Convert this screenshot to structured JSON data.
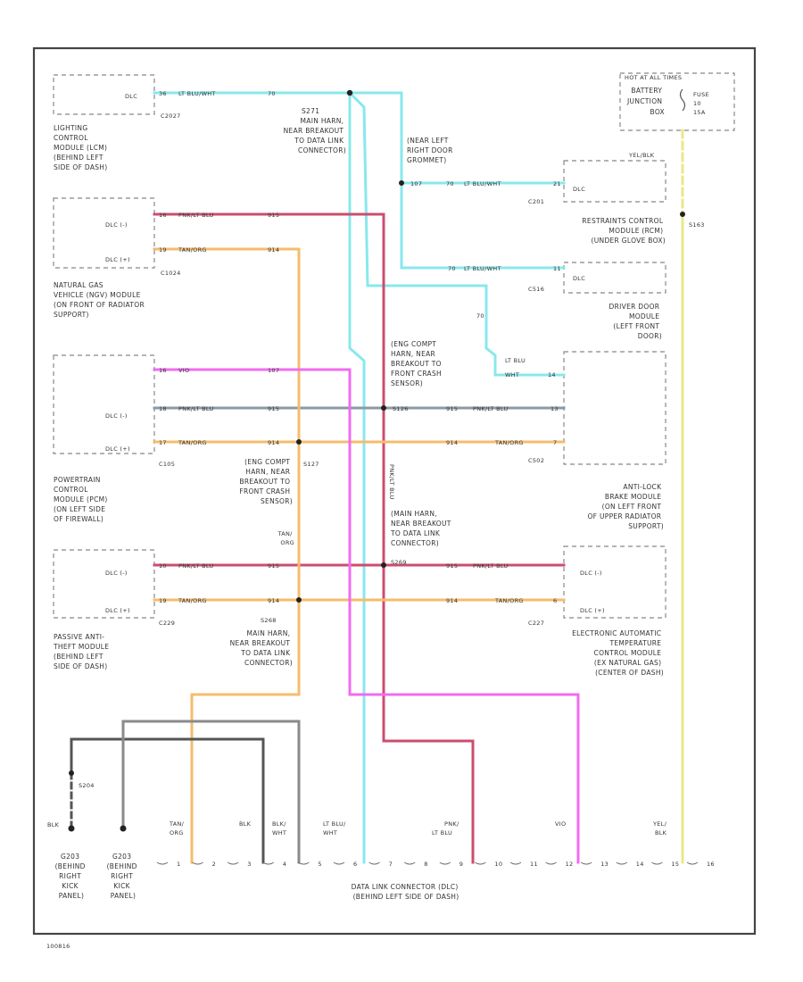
{
  "colors": {
    "lt_blu_wht": "#88e8ec",
    "pnk_lt_blu": "#cc4d6f",
    "tan_org": "#f5bc6c",
    "vio": "#f06cf0",
    "yel_blk": "#e8e88a",
    "gray": "#8a8a8a",
    "dark": "#555555",
    "frame": "#444444"
  },
  "modules": {
    "lighting": {
      "pin": "DLC",
      "conn": "C2027",
      "label": [
        "LIGHTING",
        "CONTROL",
        "MODULE (LCM)",
        "(BEHIND LEFT",
        "SIDE OF DASH)"
      ]
    },
    "ngv": {
      "pin1": "DLC (-)",
      "pin2": "DLC (+)",
      "conn": "C1024",
      "label": [
        "NATURAL GAS",
        "VEHICLE (NGV) MODULE",
        "(ON FRONT OF RADIATOR",
        "SUPPORT)"
      ]
    },
    "pcm": {
      "pin_top": "DLC (-)",
      "pin_bot": "DLC (+)",
      "conn": "C105",
      "label": [
        "POWERTRAIN",
        "CONTROL",
        "MODULE (PCM)",
        "(ON LEFT SIDE",
        "OF FIREWALL)"
      ]
    },
    "pats": {
      "pin1": "DLC (-)",
      "pin2": "DLC (+)",
      "conn": "C229",
      "label": [
        "PASSIVE ANTI-",
        "THEFT MODULE",
        "(BEHIND LEFT",
        "SIDE OF DASH)"
      ]
    },
    "battery": {
      "title": "HOT AT ALL TIMES",
      "label": [
        "BATTERY",
        "JUNCTION",
        "BOX"
      ],
      "fuse": [
        "FUSE",
        "10",
        "15A"
      ]
    },
    "rcm": {
      "wire_label": "YEL/BLK",
      "pin": "DLC",
      "conn": "C201",
      "label": [
        "RESTRAINTS CONTROL",
        "MODULE (RCM)",
        "(UNDER GLOVE BOX)"
      ]
    },
    "ddm": {
      "pin": "DLC",
      "conn": "C516",
      "label": [
        "DRIVER DOOR",
        "MODULE",
        "(LEFT FRONT",
        "DOOR)"
      ]
    },
    "abs": {
      "conn": "C502",
      "label": [
        "ANTI-LOCK",
        "BRAKE MODULE",
        "(ON LEFT FRONT",
        "OF UPPER RADIATOR",
        "SUPPORT)"
      ]
    },
    "eatc": {
      "pin1": "DLC (-)",
      "pin2": "DLC (+)",
      "conn": "C227",
      "label": [
        "ELECTRONIC AUTOMATIC",
        "TEMPERATURE",
        "CONTROL MODULE",
        "(EX NATURAL GAS)",
        "(CENTER OF DASH)"
      ]
    }
  },
  "wires": {
    "lt_blu_wht_label": "LT BLU/WHT",
    "lt_blu_label": "LT BLU",
    "wht_label": "WHT",
    "pnk_lt_blu_label": "PNK/LT BLU",
    "tan_org_label": "TAN/ORG",
    "vio_label": "VIO",
    "c70": "70",
    "c914": "914",
    "c915": "915",
    "c107": "107",
    "c1": "1",
    "c5": "5",
    "c6": "6",
    "c7": "7",
    "c10": "10",
    "c11": "11",
    "c13": "13",
    "c14": "14",
    "c16": "16",
    "c17": "17",
    "c18": "18",
    "c19": "19",
    "c21": "21",
    "c36": "36"
  },
  "splices": {
    "s271_id": "S271",
    "s271": [
      "MAIN HARN,",
      "NEAR BREAKOUT",
      "TO DATA LINK",
      "CONNECTOR)"
    ],
    "grommet": [
      "(NEAR LEFT",
      "RIGHT DOOR",
      "GROMMET)"
    ],
    "s127_id": "S127",
    "s127": [
      "(ENG COMPT",
      "HARN, NEAR",
      "BREAKOUT TO",
      "FRONT CRASH",
      "SENSOR)"
    ],
    "s126_id": "S126",
    "s126": [
      "(ENG COMPT",
      "HARN, NEAR",
      "BREAKOUT TO",
      "FRONT CRASH",
      "SENSOR)"
    ],
    "s269": [
      "(MAIN HARN,",
      "NEAR BREAKOUT",
      "TO DATA LINK",
      "CONNECTOR)"
    ],
    "s269_id": "S269",
    "s268_id": "S268",
    "s268": [
      "MAIN HARN,",
      "NEAR BREAKOUT",
      "TO DATA LINK",
      "CONNECTOR)"
    ],
    "s163": "S163",
    "s204": "S204",
    "tan_org_splice": [
      "TAN/",
      "ORG"
    ]
  },
  "grounds": {
    "g203": [
      "G203",
      "(BEHIND",
      "RIGHT",
      "KICK",
      "PANEL)"
    ],
    "g203b": [
      "G203",
      "(BEHIND",
      "RIGHT",
      "KICK",
      "PANEL)"
    ],
    "blk": "BLK"
  },
  "dlc": {
    "pins": [
      "1",
      "2",
      "3",
      "4",
      "5",
      "6",
      "7",
      "8",
      "9",
      "10",
      "11",
      "12",
      "13",
      "14",
      "15",
      "16"
    ],
    "labels": {
      "tan_org": [
        "TAN/",
        "ORG"
      ],
      "blk": "BLK",
      "blk_wht": [
        "BLK/",
        "WHT"
      ],
      "lt_blu_wht": [
        "LT BLU/",
        "WHT"
      ],
      "pnk_lt_blu": [
        "PNK/",
        "LT BLU"
      ],
      "vio": "VIO",
      "yel_blk": [
        "YEL/",
        "BLK"
      ]
    },
    "title": [
      "DATA LINK CONNECTOR (DLC)",
      "(BEHIND LEFT SIDE OF DASH)"
    ]
  },
  "footer": "100816"
}
